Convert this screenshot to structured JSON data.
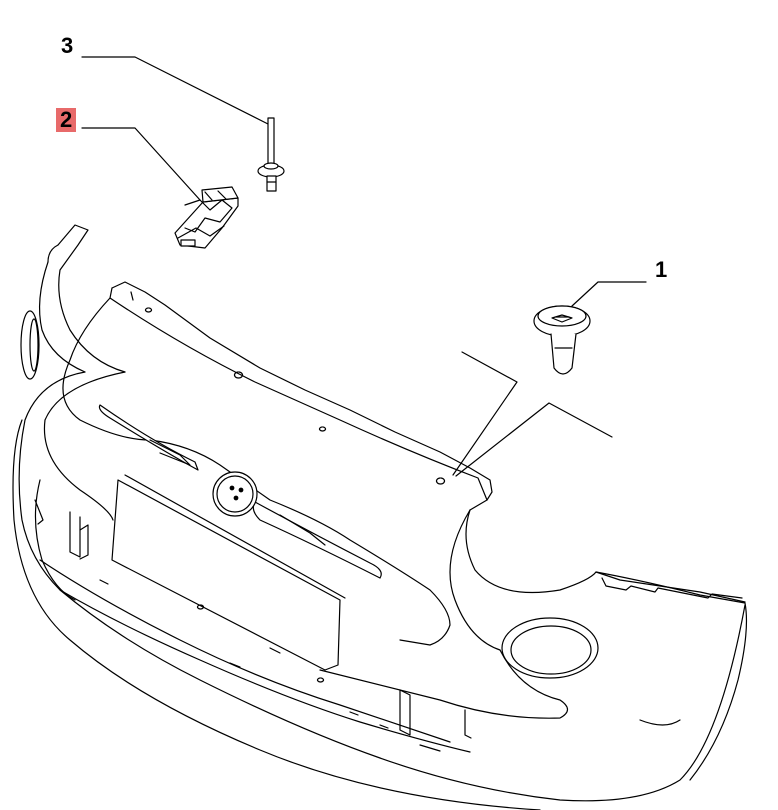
{
  "diagram": {
    "callouts": [
      {
        "id": "1",
        "label": "1"
      },
      {
        "id": "2",
        "label": "2",
        "highlighted": true
      },
      {
        "id": "3",
        "label": "3"
      }
    ],
    "colors": {
      "line": "#000000",
      "background": "#ffffff",
      "highlight": "#e86a6a"
    },
    "parts": [
      {
        "callout": "1",
        "icon": "push-rivet-clip-icon"
      },
      {
        "callout": "2",
        "icon": "bracket-clip-icon"
      },
      {
        "callout": "3",
        "icon": "screw-icon"
      }
    ]
  }
}
